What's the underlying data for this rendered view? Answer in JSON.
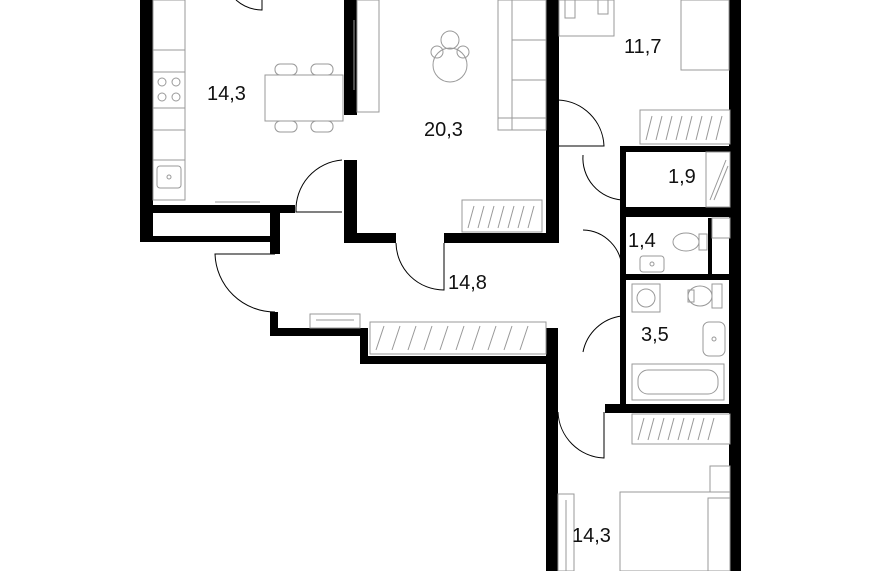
{
  "plan": {
    "rooms": [
      {
        "id": "kitchen",
        "area_label": "14,3"
      },
      {
        "id": "living",
        "area_label": "20,3"
      },
      {
        "id": "bedroom-top",
        "area_label": "11,7"
      },
      {
        "id": "storage",
        "area_label": "1,9"
      },
      {
        "id": "toilet",
        "area_label": "1,4"
      },
      {
        "id": "hall",
        "area_label": "14,8"
      },
      {
        "id": "bathroom",
        "area_label": "3,5"
      },
      {
        "id": "bedroom-bottom",
        "area_label": "14,3"
      }
    ]
  }
}
